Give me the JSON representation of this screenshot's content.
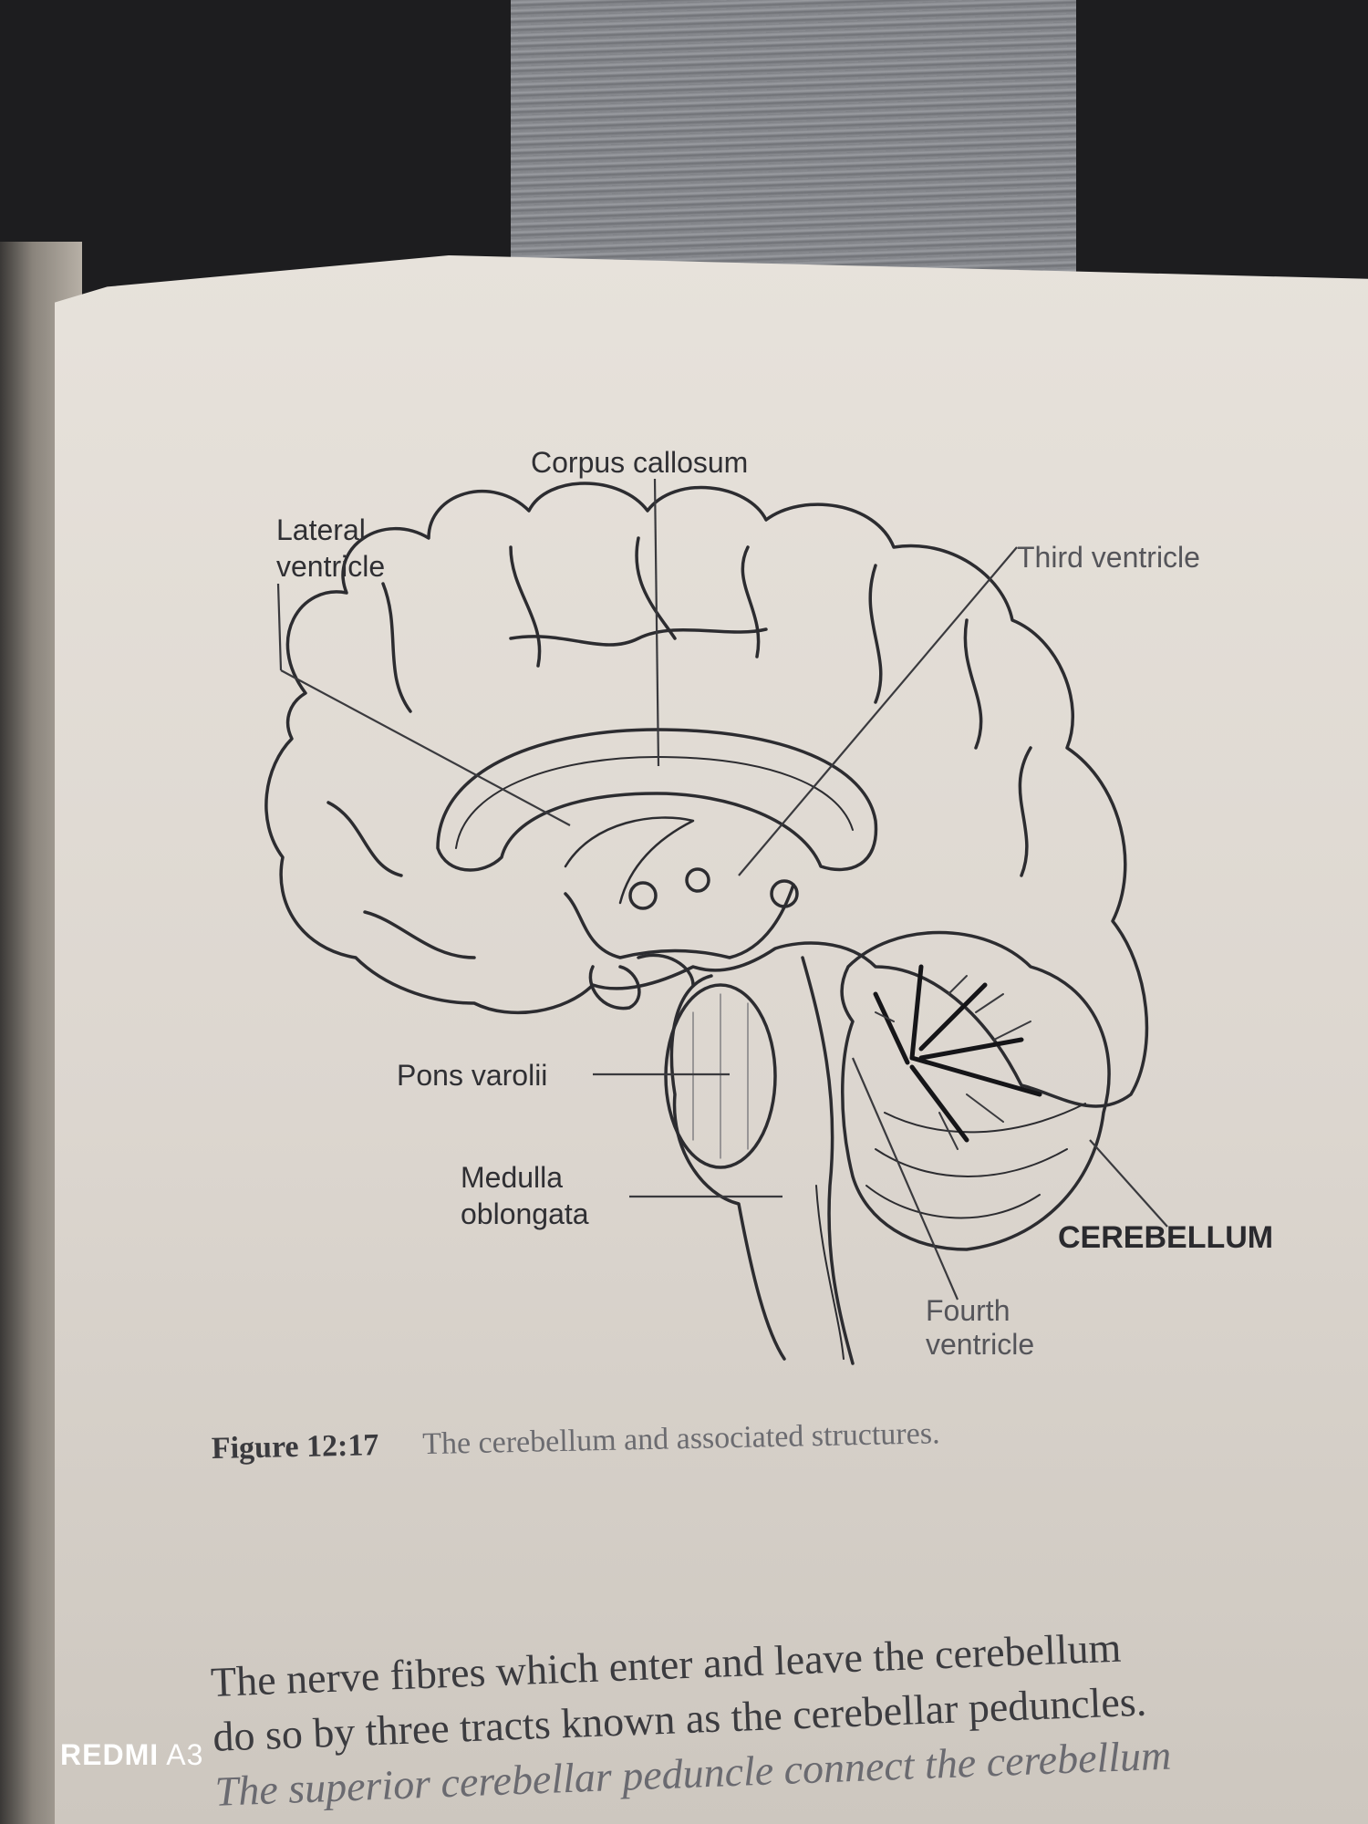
{
  "diagram": {
    "labels": {
      "corpus_callosum": "Corpus callosum",
      "lateral_ventricle_line1": "Lateral",
      "lateral_ventricle_line2": "ventricle",
      "third_ventricle": "Third ventricle",
      "pons_varolii": "Pons varolii",
      "medulla_line1": "Medulla",
      "medulla_line2": "oblongata",
      "cerebellum": "CEREBELLUM",
      "fourth_ventricle_line1": "Fourth",
      "fourth_ventricle_line2": "ventricle"
    }
  },
  "caption": {
    "number": "Figure 12:17",
    "text": "The cerebellum and associated structures."
  },
  "body_text": {
    "line1": "The nerve fibres which enter and leave the cerebellum",
    "line2": "do so by three tracts known as the cerebellar peduncles.",
    "line3": "The superior cerebellar peduncle connect the cerebellum"
  },
  "watermark": {
    "brand": "REDMI",
    "model": "A3"
  },
  "colors": {
    "paper": "#e3ddd6",
    "ink": "#2f2f33"
  }
}
